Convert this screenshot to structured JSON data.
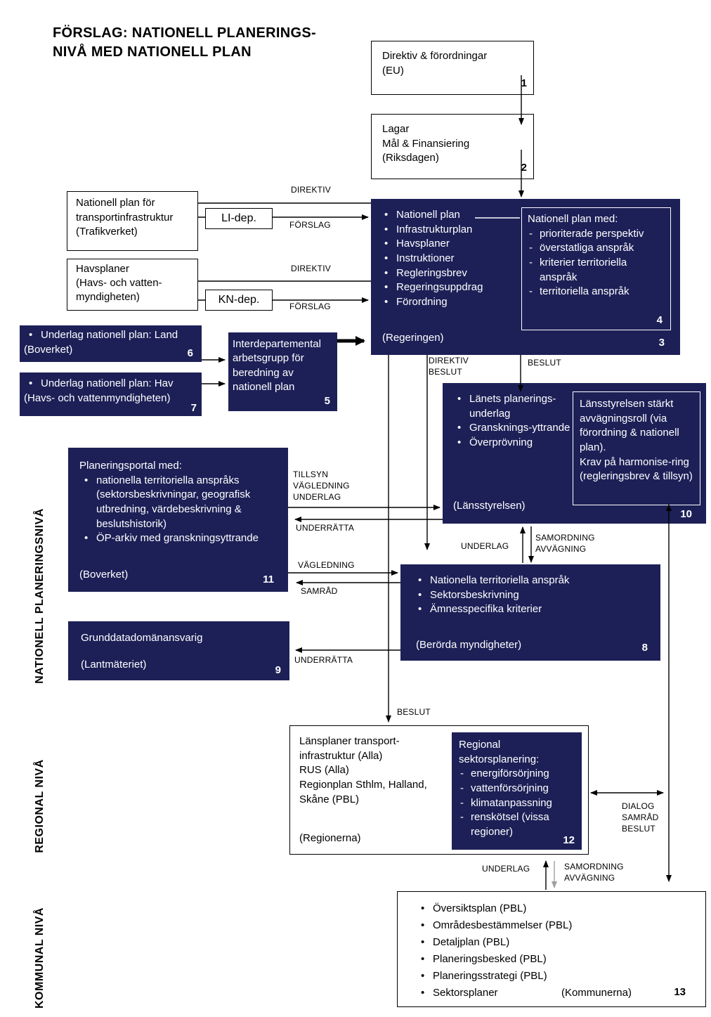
{
  "title": {
    "line1": "FÖRSLAG: NATIONELL PLANERINGS-",
    "line2": "NIVÅ MED NATIONELL PLAN"
  },
  "levels": {
    "national": "NATIONELL PLANERINGSNIVÅ",
    "regional": "REGIONAL NIVÅ",
    "municipal": "KOMMUNAL NIVÅ"
  },
  "colors": {
    "navy": "#1d2057",
    "arrow_gray": "#a0a0a0"
  },
  "boxes": {
    "b1": {
      "number": "1",
      "line1": "Direktiv & förordningar",
      "line2": "(EU)"
    },
    "b2": {
      "number": "2",
      "line1": "Lagar",
      "line2": "Mål & Finansiering",
      "line3": "(Riksdagen)"
    },
    "b3": {
      "number": "3",
      "items": [
        "Nationell plan",
        "Infrastrukturplan",
        "Havsplaner",
        "Instruktioner",
        "Regleringsbrev",
        "Regeringsuppdrag",
        "Förordning"
      ],
      "footer": "(Regeringen)"
    },
    "b4": {
      "number": "4",
      "heading": "Nationell plan med:",
      "items": [
        "prioriterade perspektiv",
        "överstatliga anspråk",
        "kriterier territoriella anspråk",
        "territoriella anspråk"
      ]
    },
    "transport": {
      "line1": "Nationell plan för",
      "line2": "transportinfrastruktur",
      "line3": "(Trafikverket)"
    },
    "lidep": {
      "label": "LI-dep."
    },
    "havsplaner": {
      "line1": "Havsplaner",
      "line2": "(Havs- och vatten-",
      "line3": "myndigheten)"
    },
    "kndep": {
      "label": "KN-dep."
    },
    "b5": {
      "number": "5",
      "line1": "Interdepartemental",
      "line2": "arbetsgrupp för",
      "line3": "beredning av",
      "line4": "nationell plan"
    },
    "b6": {
      "number": "6",
      "item": "Underlag nationell plan: Land",
      "footer": "(Boverket)"
    },
    "b7": {
      "number": "7",
      "item": "Underlag nationell plan: Hav",
      "footer": "(Havs- och vattenmyndigheten)"
    },
    "b8": {
      "number": "8",
      "items": [
        "Nationella territoriella anspråk",
        "Sektorsbeskrivning",
        "Ämnesspecifika kriterier"
      ],
      "footer": "(Berörda myndigheter)"
    },
    "b9": {
      "number": "9",
      "line1": "Grunddatadomänansvarig",
      "line2": "(Lantmäteriet)"
    },
    "b10": {
      "number": "10",
      "items": [
        "Länets planerings-underlag",
        "Gransknings-yttrande",
        "Överprövning"
      ],
      "footer": "(Länsstyrelsen)"
    },
    "b10inner": {
      "text1": "Länsstyrelsen stärkt avvägningsroll (via förordning & nationell plan).",
      "text2": "Krav på harmonise-ring (regleringsbrev & tillsyn)"
    },
    "b11": {
      "number": "11",
      "heading": "Planeringsportal med:",
      "items": [
        "nationella territoriella anspråks (sektorsbeskrivningar, geografisk utbredning, värdebeskrivning & beslutshistorik)",
        "ÖP-arkiv med granskningsyttrande"
      ],
      "footer": "(Boverket)"
    },
    "regional": {
      "lines": [
        "Länsplaner transport-infrastruktur (Alla)",
        "RUS (Alla)",
        "Regionplan Sthlm, Halland, Skåne (PBL)"
      ],
      "footer": "(Regionerna)"
    },
    "b12": {
      "number": "12",
      "heading": "Regional sektorsplanering:",
      "items": [
        "energiförsörjning",
        "vattenförsörjning",
        "klimatanpassning",
        "renskötsel (vissa regioner)"
      ]
    },
    "b13": {
      "number": "13",
      "items": [
        "Översiktsplan (PBL)",
        "Områdesbestämmelser (PBL)",
        "Detaljplan (PBL)",
        "Planeringsbesked (PBL)",
        "Planeringsstrategi (PBL)",
        "Sektorsplaner"
      ],
      "footer": "(Kommunerna)"
    }
  },
  "labels": {
    "direktiv1": "DIREKTIV",
    "forslag1": "FÖRSLAG",
    "direktiv2": "DIREKTIV",
    "forslag2": "FÖRSLAG",
    "direktiv_beslut": [
      "DIREKTIV",
      "BESLUT"
    ],
    "beslut_lansstyrelsen": "BESLUT",
    "tillsyn_stack": [
      "TILLSYN",
      "VÄGLEDNING",
      "UNDERLAG"
    ],
    "underratta_1": "UNDERRÄTTA",
    "vagledning": "VÄGLEDNING",
    "samrad": "SAMRÅD",
    "underlag_mid": "UNDERLAG",
    "samordning_mid": [
      "SAMORDNING",
      "AVVÄGNING"
    ],
    "underratta_2": "UNDERRÄTTA",
    "beslut_regional": "BESLUT",
    "dialog_stack": [
      "DIALOG",
      "SAMRÅD",
      "BESLUT"
    ],
    "underlag_kommun": "UNDERLAG",
    "samordning_kommun": [
      "SAMORDNING",
      "AVVÄGNING"
    ]
  }
}
